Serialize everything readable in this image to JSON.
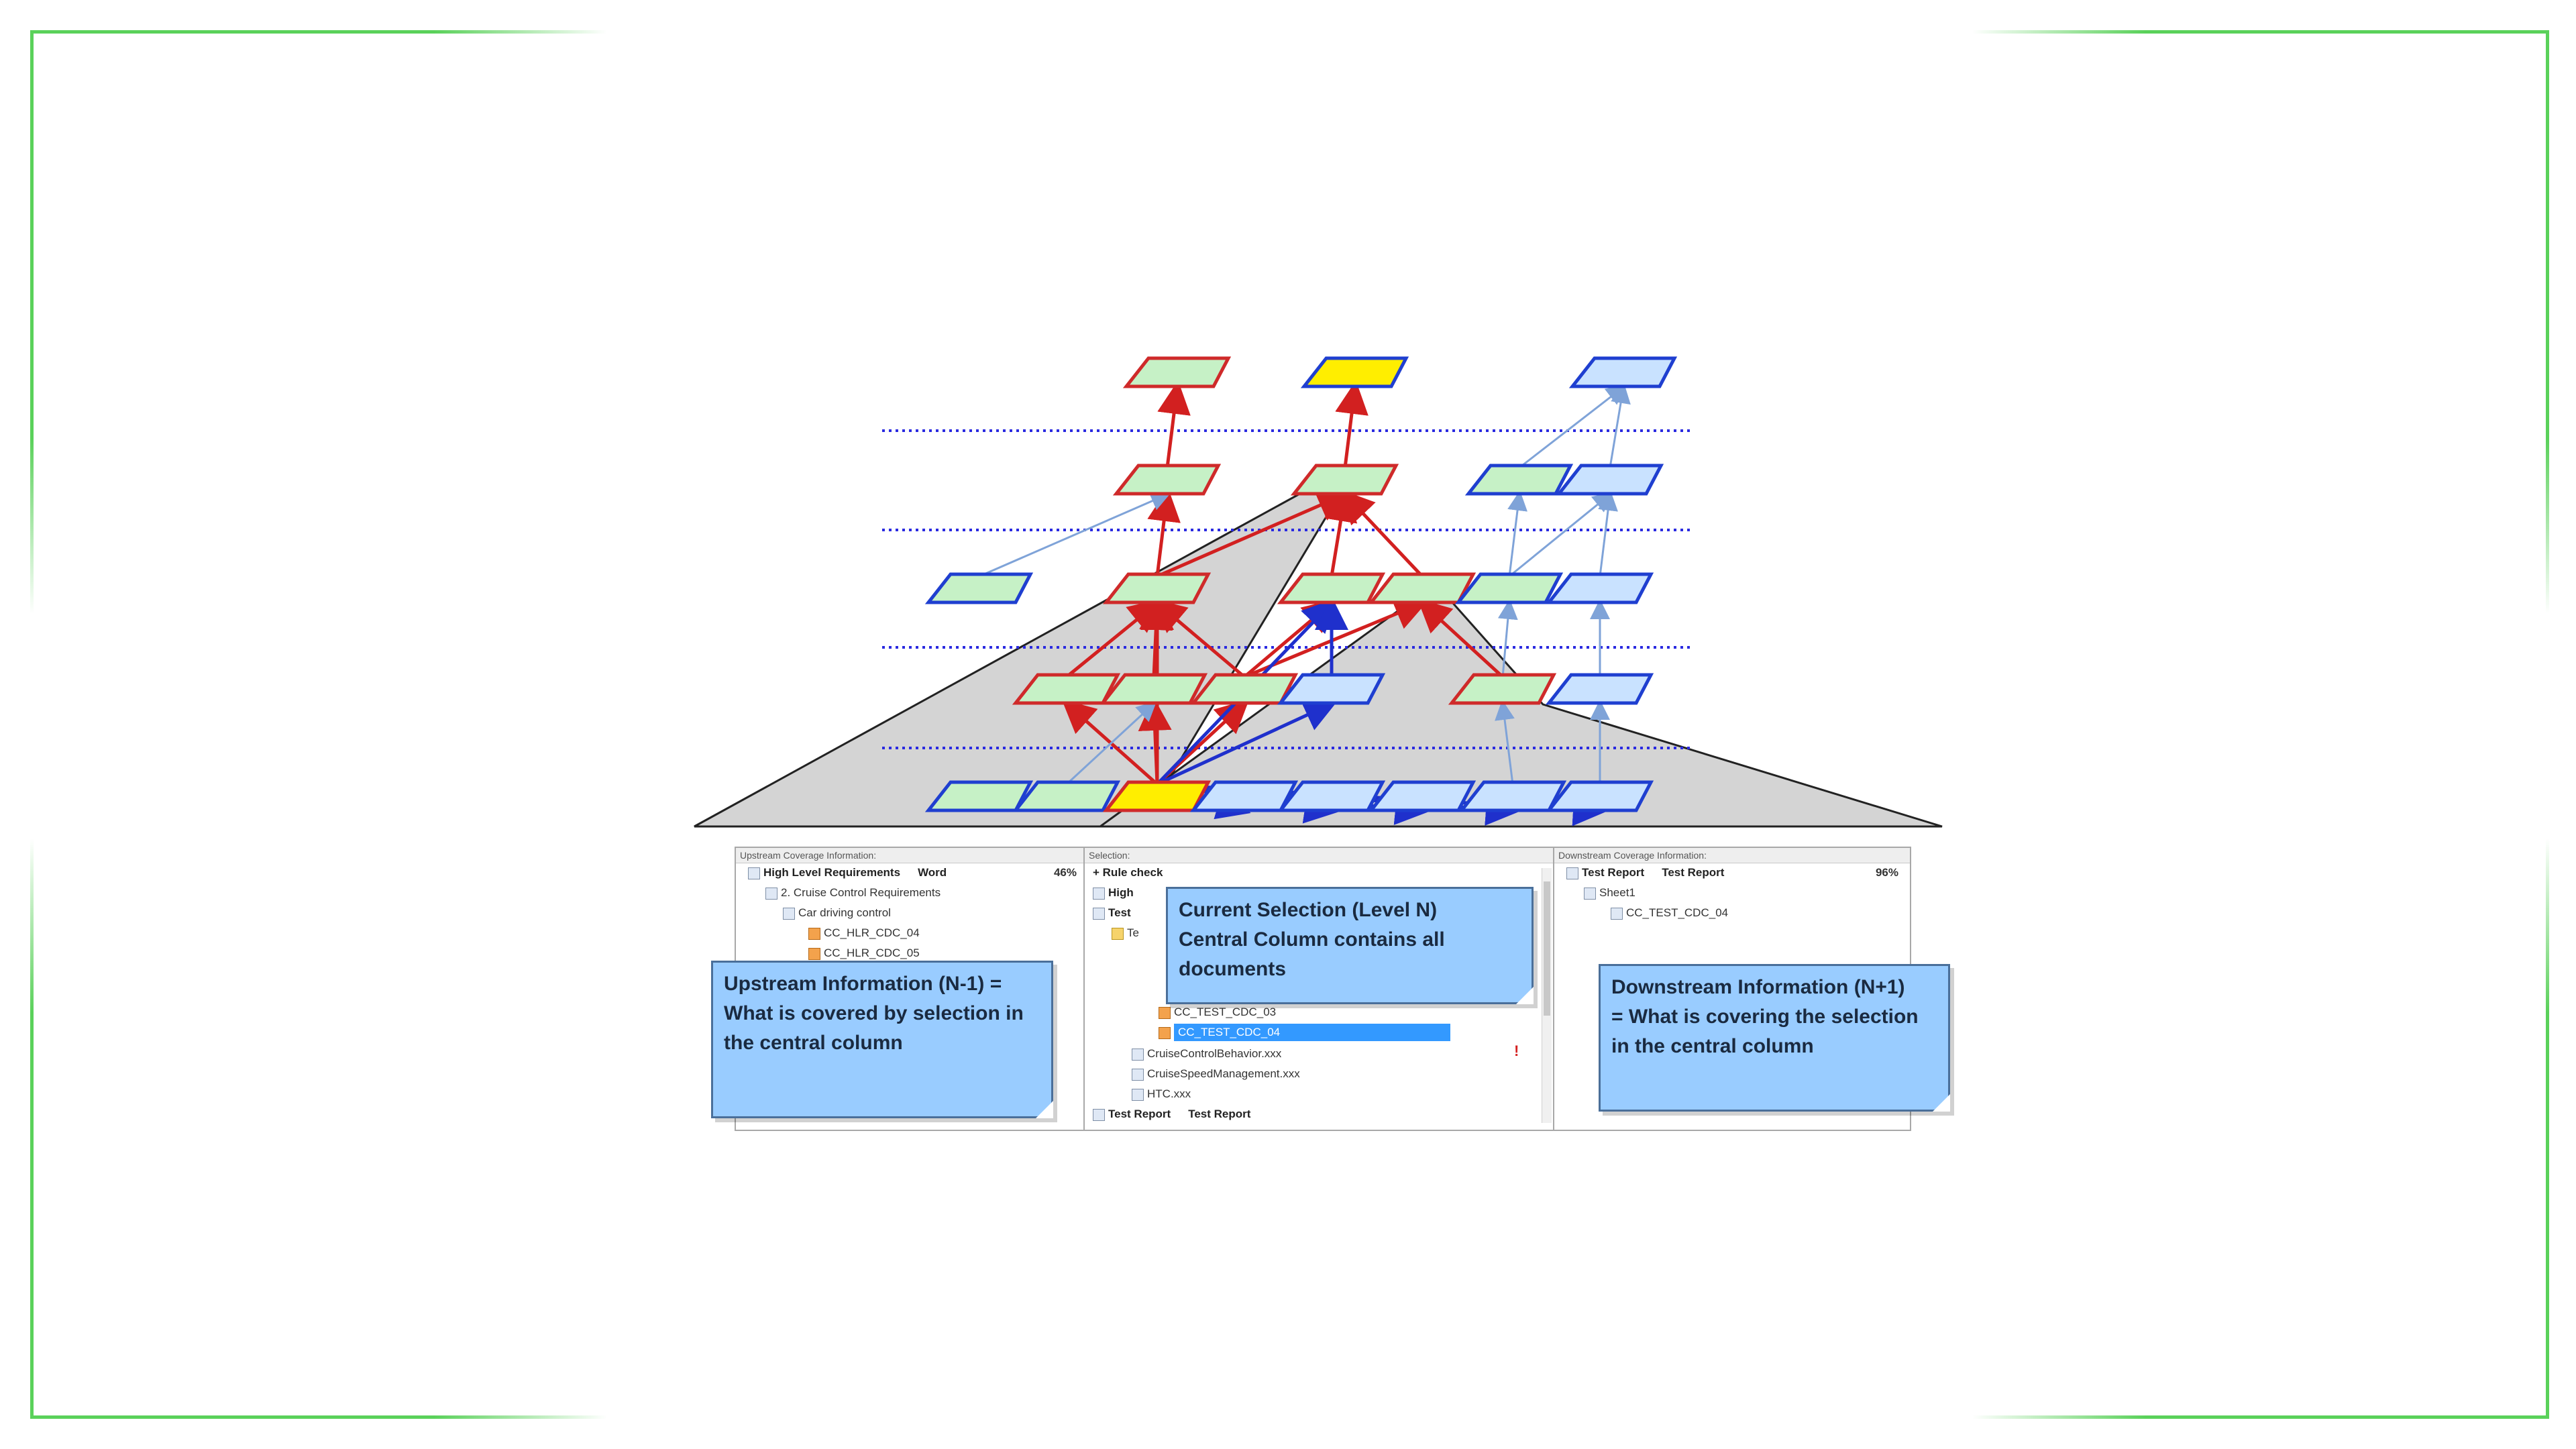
{
  "colors": {
    "frame": "#5ad15a",
    "green_box_fill": "#c6f1c6",
    "green_box_stroke": "#cf2a2a",
    "blue_box_fill": "#c9e2ff",
    "blue_box_stroke": "#1f3fd0",
    "selected_fill": "#ffee00",
    "level_line": "#2a2ae0",
    "upstream_arrow": "#d22020",
    "downstream_arrow": "#1f30cc",
    "faint_arrow": "#7fa3d8",
    "cone_fill": "#d4d4d4",
    "note_fill": "#99ccff"
  },
  "panels": {
    "upstream": {
      "title": "Upstream Coverage Information:",
      "rows": [
        {
          "text": "High Level Requirements",
          "col_b": "Word",
          "pct": "46%",
          "bold": true,
          "icon": "doc-icon"
        },
        {
          "text": "2. Cruise Control Requirements",
          "icon": "doc-icon"
        },
        {
          "text": "Car driving control",
          "icon": "doc-icon"
        },
        {
          "text": "CC_HLR_CDC_04",
          "icon": "requirement-icon"
        },
        {
          "text": "CC_HLR_CDC_05",
          "icon": "requirement-icon"
        }
      ]
    },
    "selection": {
      "title": "Selection:",
      "rows": [
        {
          "text": "Rule check",
          "bold": true
        },
        {
          "text": "High",
          "bold": true
        },
        {
          "text": "Test",
          "bold": true
        },
        {
          "text": "Te"
        },
        {
          "text": "CC_TEST_CDC_03"
        },
        {
          "text": "CC_TEST_CDC_04",
          "selected": true
        },
        {
          "text": "CruiseControlBehavior.xxx"
        },
        {
          "text": "CruiseSpeedManagement.xxx"
        },
        {
          "text": "HTC.xxx"
        },
        {
          "text": "Test Report",
          "col_b": "Test Report",
          "bold": true
        }
      ],
      "warning": "!"
    },
    "downstream": {
      "title": "Downstream Coverage Information:",
      "rows": [
        {
          "text": "Test Report",
          "col_b": "Test Report",
          "pct": "96%",
          "bold": true
        },
        {
          "text": "Sheet1"
        },
        {
          "text": "CC_TEST_CDC_04"
        }
      ]
    }
  },
  "notes": {
    "upstream": [
      "Upstream Information (N-1) =",
      "What is covered by selection in",
      "the central column"
    ],
    "current": [
      "Current Selection (Level N)",
      "Central Column contains all",
      "documents"
    ],
    "downstream": [
      "Downstream Information (N+1)",
      "= What is covering the selection",
      "in the central column"
    ]
  }
}
